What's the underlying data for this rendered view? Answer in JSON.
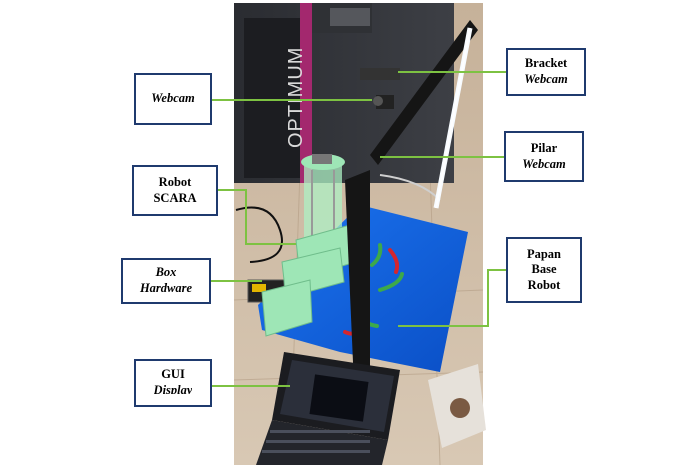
{
  "photo": {
    "brand_text": "OPTIMUM"
  },
  "labels": {
    "webcam": "Webcam",
    "robot_scara": {
      "line1": "Robot",
      "line2": "SCARA"
    },
    "box_hardware": {
      "line1": "Box",
      "line2": "Hardware"
    },
    "gui_display": {
      "line1": "GUI",
      "line2": "Display"
    },
    "bracket_webcam": {
      "line1": "Bracket",
      "line2": "Webcam"
    },
    "pilar_webcam": {
      "line1": "Pilar",
      "line2": "Webcam"
    },
    "papan_base_robot": {
      "line1": "Papan",
      "line2": "Base",
      "line3": "Robot"
    }
  },
  "colors": {
    "callout_border": "#1f3a6e",
    "leader_line": "#7dc242",
    "robot_body": "#9ee6b6",
    "base_board": "#1466e8"
  }
}
